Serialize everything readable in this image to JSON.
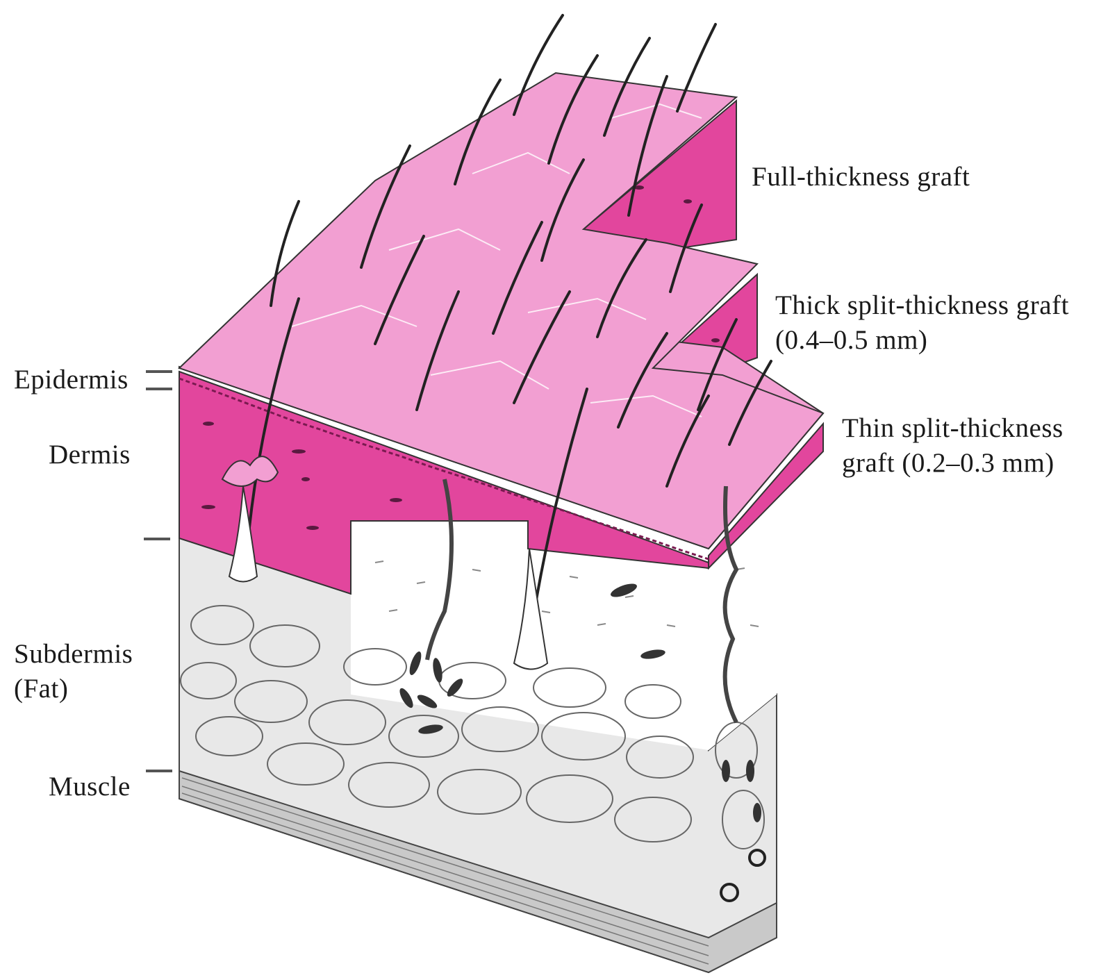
{
  "labels": {
    "left": {
      "epidermis": "Epidermis",
      "dermis": "Dermis",
      "subdermis_line1": "Subdermis",
      "subdermis_line2": "(Fat)",
      "muscle": "Muscle"
    },
    "right": {
      "full_thickness": "Full-thickness graft",
      "thick_split_line1": "Thick split-thickness graft",
      "thick_split_line2": "(0.4–0.5 mm)",
      "thin_split_line1": "Thin split-thickness",
      "thin_split_line2": "graft (0.2–0.3 mm)"
    }
  },
  "colors": {
    "epidermis_surface": "#f29fd2",
    "dermis": "#e2469d",
    "subdermis_upper": "#ffffff",
    "fat": "#e8e8e8",
    "muscle": "#c9c9c9",
    "outline": "#333333",
    "hair": "#222222"
  }
}
